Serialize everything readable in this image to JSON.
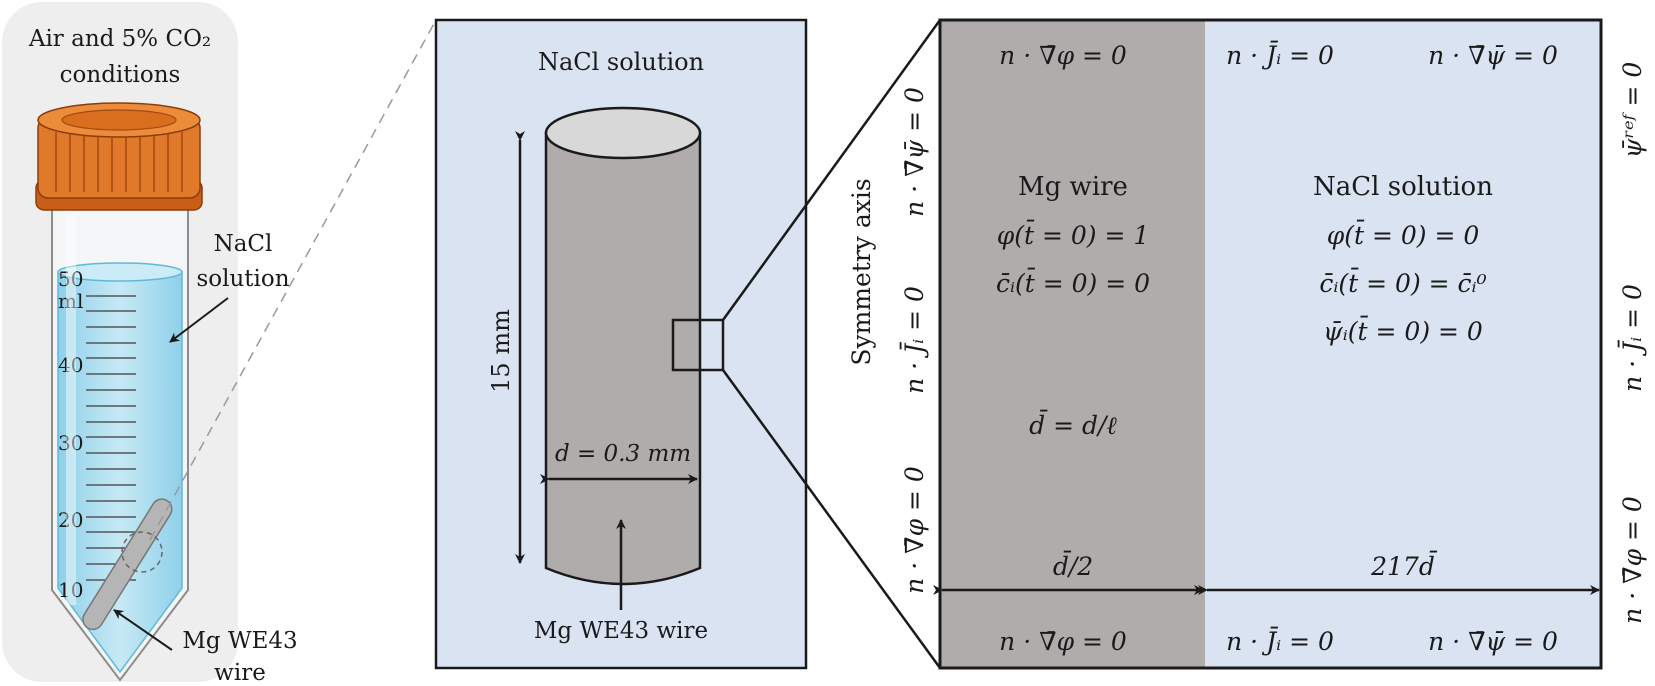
{
  "tube": {
    "condition_line1": "Air and 5% CO₂",
    "condition_line2": "conditions",
    "nacl_line1": "NaCl",
    "nacl_line2": "solution",
    "wire_line1": "Mg WE43",
    "wire_line2": "wire",
    "graduations": [
      "50",
      "ml",
      "40",
      "30",
      "20",
      "10"
    ]
  },
  "wire_panel": {
    "title": "NaCl solution",
    "length_label": "15 mm",
    "diameter_label": "d = 0.3 mm",
    "wire_label": "Mg WE43 wire"
  },
  "domain": {
    "symmetry_axis": "Symmetry axis",
    "left_bc_top": "n · ∇̄ψ̄ = 0",
    "left_bc_mid": "n · J̄ᵢ = 0",
    "left_bc_bot": "n · ∇̄φ = 0",
    "top_bc_wire": "n · ∇̄φ = 0",
    "top_bc_sol_j": "n · J̄ᵢ = 0",
    "top_bc_sol_psi": "n · ∇̄ψ̄ = 0",
    "bottom_bc_wire": "n · ∇̄φ = 0",
    "bottom_bc_sol_j": "n · J̄ᵢ = 0",
    "bottom_bc_sol_psi": "n · ∇̄ψ̄ = 0",
    "right_bc_top": "ψ̄ʳᵉᶠ = 0",
    "right_bc_mid": "n · J̄ᵢ = 0",
    "right_bc_bot": "n · ∇̄φ = 0",
    "wire_title": "Mg wire",
    "wire_ic1": "φ(t̄ = 0) = 1",
    "wire_ic2": "c̄ᵢ(t̄ = 0) = 0",
    "wire_dbar": "d̄ = d/ℓ",
    "sol_title": "NaCl solution",
    "sol_ic1": "φ(t̄ = 0) = 0",
    "sol_ic2": "c̄ᵢ(t̄ = 0) = c̄ᵢ⁰",
    "sol_ic3": "ψ̄ᵢ(t̄ = 0) = 0",
    "dim_wire": "d̄/2",
    "dim_sol": "217d̄"
  },
  "colors": {
    "panel_bg": "#eeeeee",
    "solution_blue": "#dae3f2",
    "wire_gray": "#b0acab",
    "cap_orange": "#e07a2a",
    "liquid_blue": "#a9dcef"
  }
}
